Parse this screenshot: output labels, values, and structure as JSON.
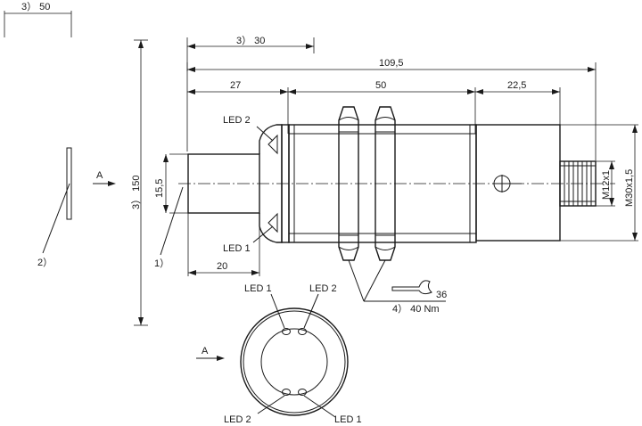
{
  "annotations": {
    "top_left_dim": "3） 50",
    "dim_30": "3） 30",
    "overall_length": "109,5",
    "len_27": "27",
    "len_50": "50",
    "len_22_5": "22,5",
    "len_20": "20",
    "dia_15_5": "15,5",
    "dia_150": "3） 150",
    "thread_m12": "M12x1",
    "thread_m30": "M30x1,5",
    "led1_side": "LED 1",
    "led2_side": "LED 2",
    "note1": "1）",
    "note2": "2）",
    "view_a": "A",
    "view_a_bottom": "A",
    "wrench_size": "36",
    "torque": "4） 40 Nm",
    "face_led1_top": "LED 1",
    "face_led2_top": "LED 2",
    "face_led2_bottom": "LED 2",
    "face_led1_bottom": "LED 1"
  }
}
